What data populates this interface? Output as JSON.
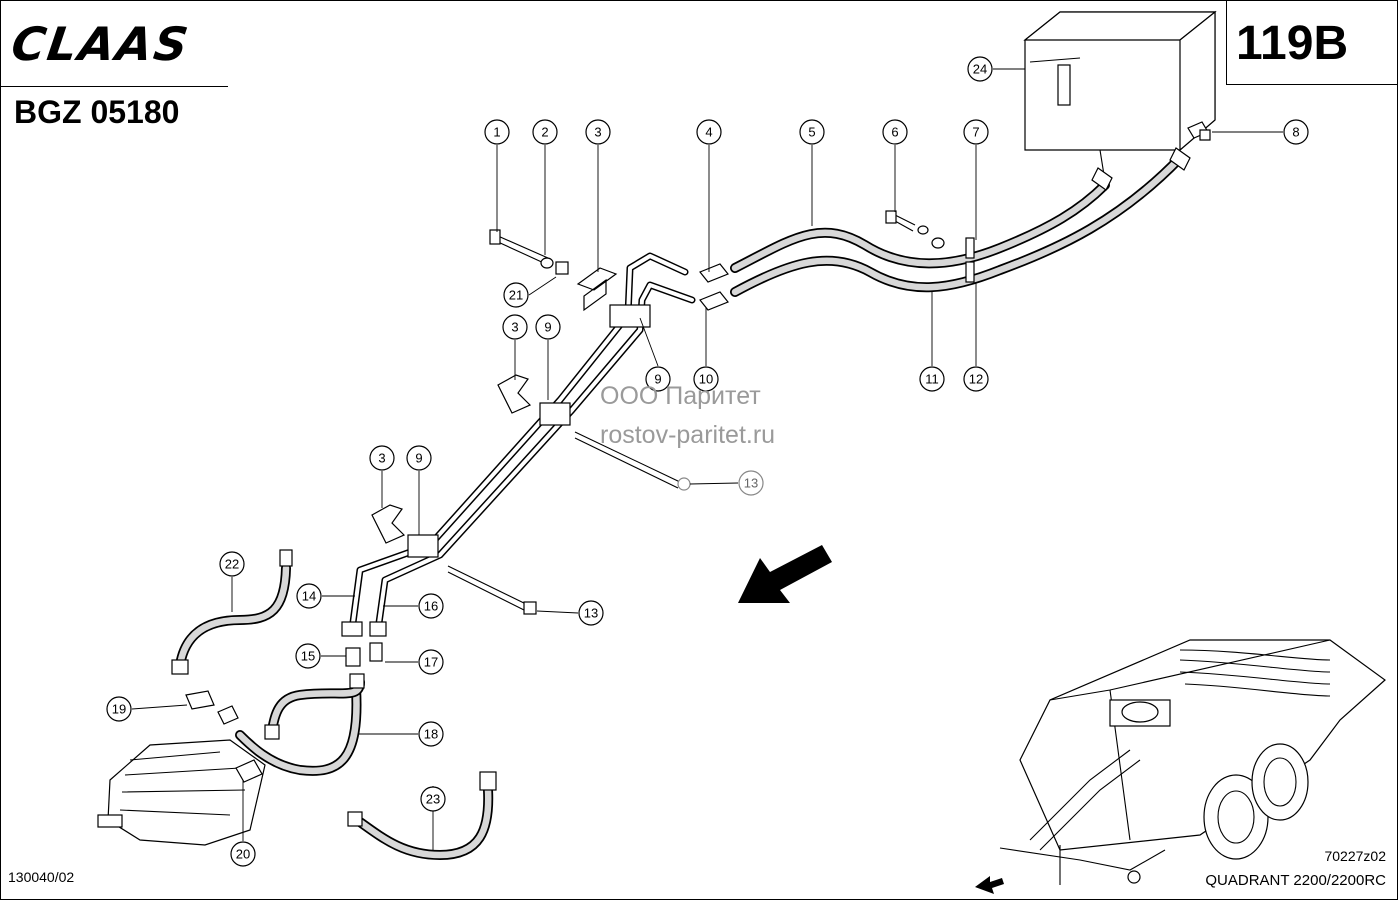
{
  "header": {
    "brand": "CLAAS",
    "doc_code": "BGZ 05180",
    "page_number": "119B"
  },
  "watermark": {
    "line1": "ООО Паритет",
    "line2": "rostov-paritet.ru"
  },
  "footer": {
    "left_code": "130040/02",
    "drawing_code": "70227z02",
    "model": "QUADRANT 2200/2200RC"
  },
  "callouts": {
    "c1": "1",
    "c2": "2",
    "c3a": "3",
    "c4": "4",
    "c5": "5",
    "c6": "6",
    "c7": "7",
    "c8": "8",
    "c21": "21",
    "c3b": "3",
    "c9a": "9",
    "c9b": "9",
    "c10": "10",
    "c11": "11",
    "c12": "12",
    "c24": "24",
    "c13a": "13",
    "c3c": "3",
    "c9c": "9",
    "c22": "22",
    "c14": "14",
    "c16": "16",
    "c13b": "13",
    "c15": "15",
    "c17": "17",
    "c19": "19",
    "c18": "18",
    "c23": "23",
    "c20": "20"
  },
  "colors": {
    "line": "#000000",
    "watermark": "#9a9a9a",
    "background": "#ffffff"
  }
}
